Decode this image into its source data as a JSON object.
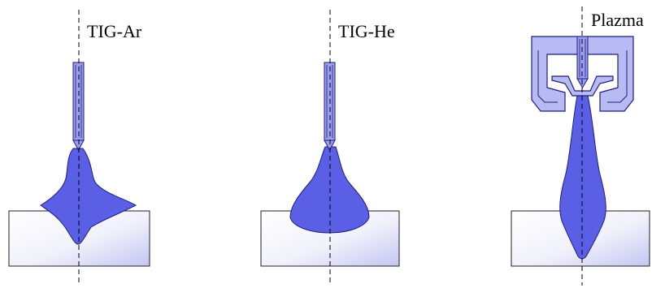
{
  "labels": {
    "tig_ar": "TIG-Ar",
    "tig_he": "TIG-He",
    "plasma": "Plazma"
  },
  "colors": {
    "arc_fill": "#5a5fe6",
    "arc_stroke": "#1c1f7a",
    "electrode_fill": "#9a9df0",
    "nozzle_fill": "#b7baf3",
    "workpiece_light": "#ffffff",
    "workpiece_dark": "#c8c9f2",
    "outline": "#222222"
  }
}
